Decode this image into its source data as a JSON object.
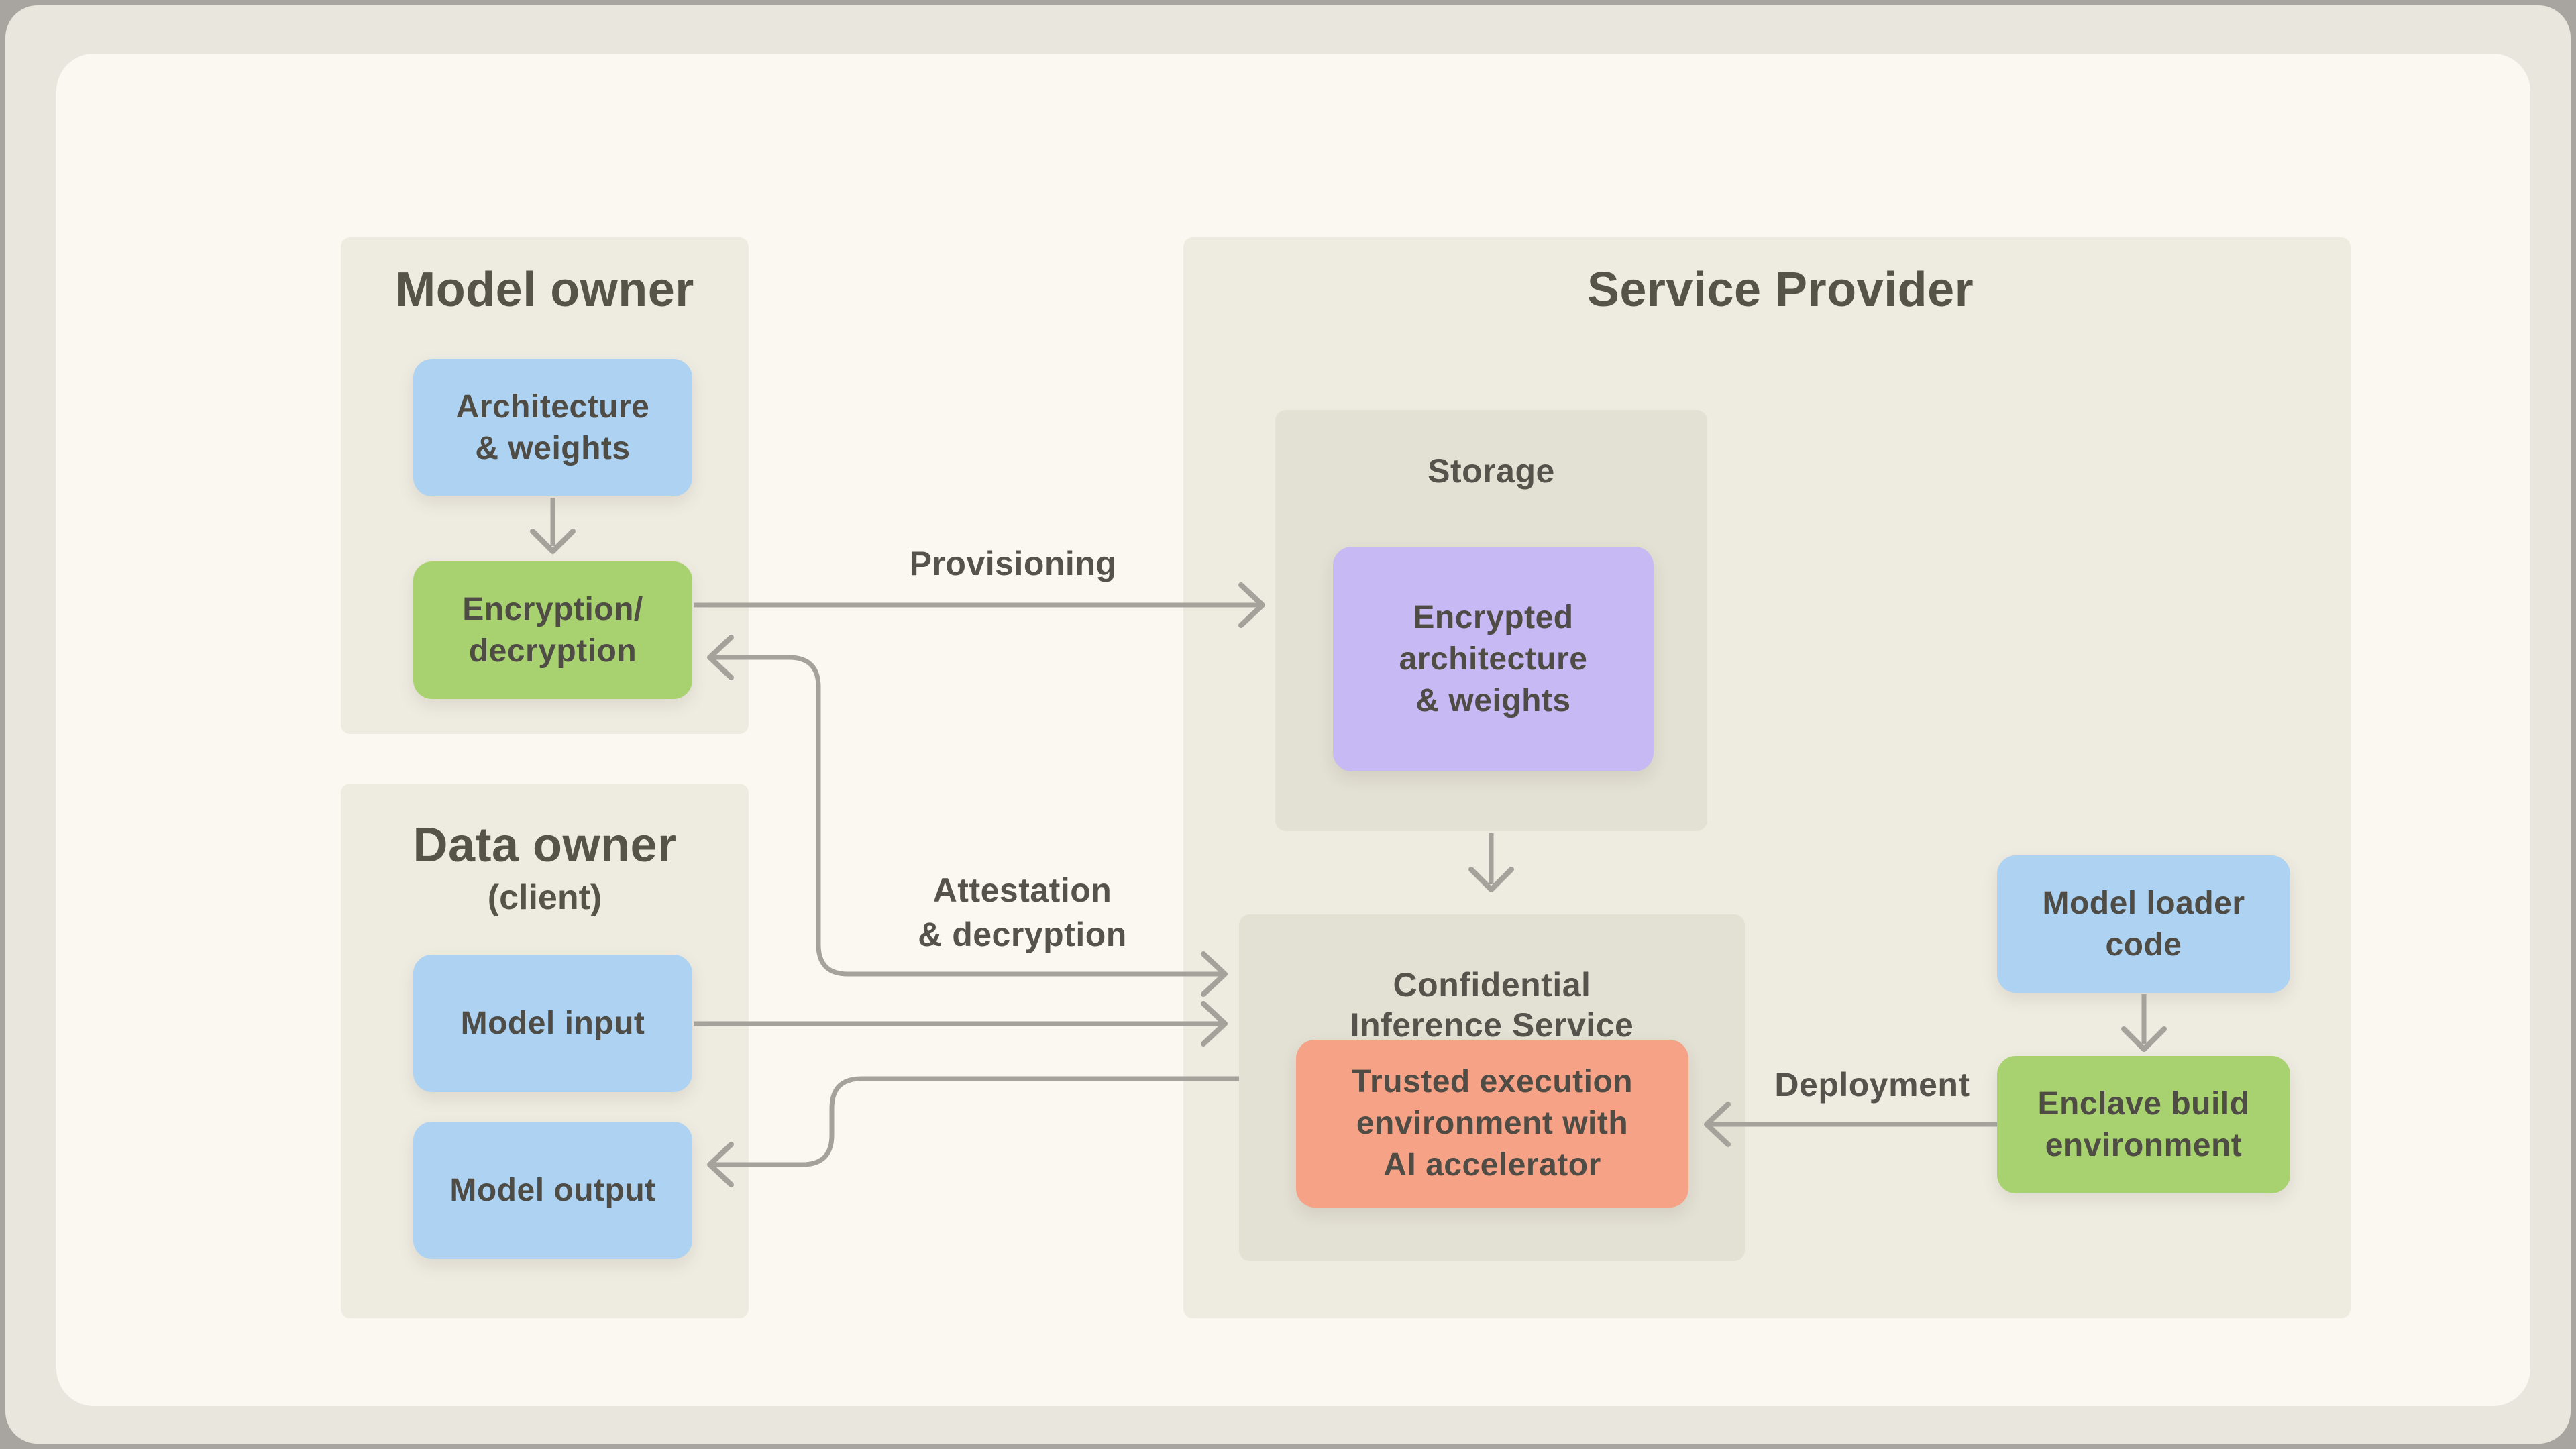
{
  "diagram": {
    "model_owner": {
      "title": "Model owner",
      "architecture_box": "Architecture\n& weights",
      "encryption_box": "Encryption/\ndecryption"
    },
    "data_owner": {
      "title": "Data owner",
      "subtitle": "(client)",
      "input_box": "Model input",
      "output_box": "Model output"
    },
    "service_provider": {
      "title": "Service Provider",
      "storage": {
        "title": "Storage",
        "encrypted_box": "Encrypted\narchitecture\n& weights"
      },
      "inference": {
        "title": "Confidential\nInference Service",
        "tee_box": "Trusted execution\nenvironment with\nAI accelerator"
      },
      "loader_box": "Model loader\ncode",
      "enclave_box": "Enclave build\nenvironment"
    },
    "flow_labels": {
      "provisioning": "Provisioning",
      "attestation": "Attestation\n& decryption",
      "deployment": "Deployment"
    },
    "colors": {
      "page_edge": "#a8a5a0",
      "outer_card": "#e9e7dd",
      "inner_panel": "#faf8f1",
      "zone_bg": "#eeebe1",
      "subzone_bg": "#e3e0d4",
      "node_blue": "#aed2f2",
      "node_green": "#a8d170",
      "node_purple": "#c7b9f3",
      "node_salmon": "#f5a287",
      "arrow": "#a5a29b",
      "text": "#55534b"
    }
  }
}
